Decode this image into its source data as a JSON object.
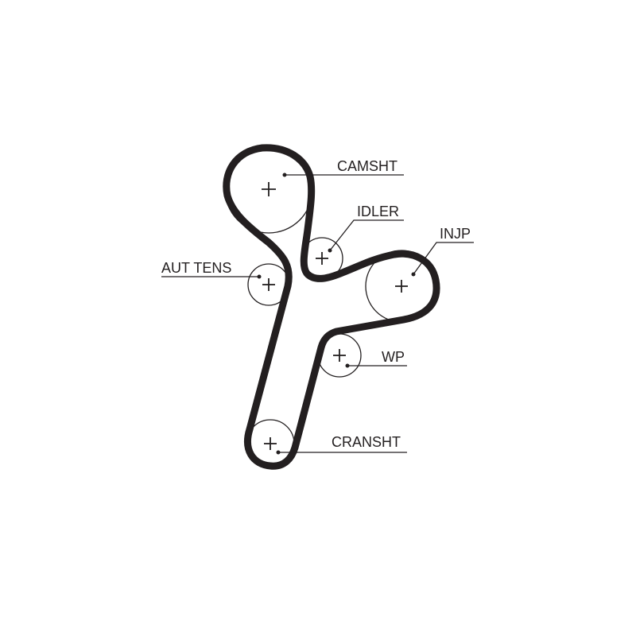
{
  "diagram": {
    "colors": {
      "line": "#231f20",
      "background": "#ffffff"
    },
    "labels": {
      "camshaft": "CAMSHT",
      "idler": "IDLER",
      "injection_pump": "INJP",
      "auto_tensioner": "AUT TENS",
      "water_pump": "WP",
      "crankshaft": "CRANSHT"
    }
  }
}
